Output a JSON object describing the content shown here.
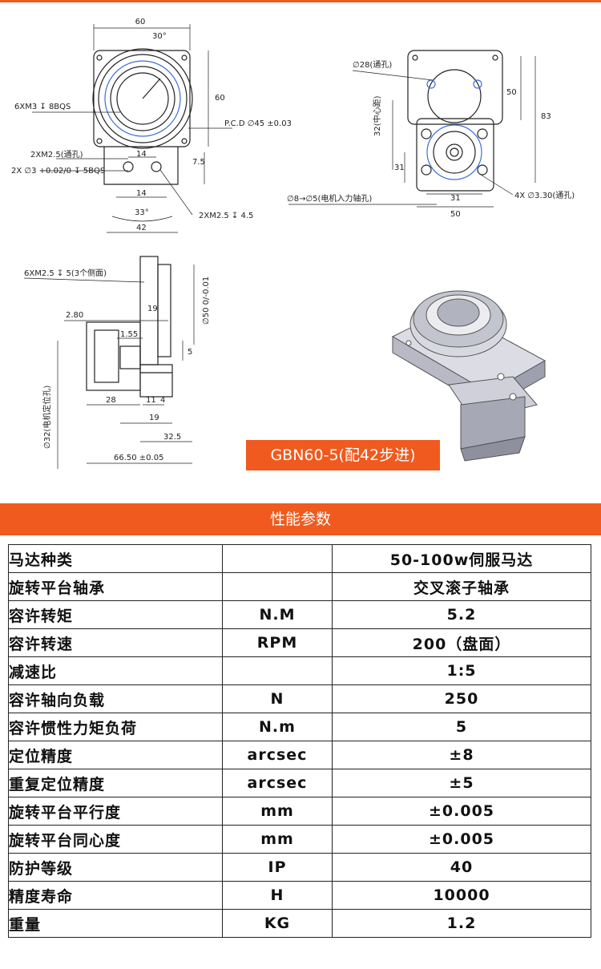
{
  "model_label": "GBN60-5(配42步进)",
  "section_title": "性能参数",
  "drawing": {
    "top_view": {
      "d_60": "60",
      "d_30deg": "30°",
      "d_60v": "60",
      "d_6xm3": "6XM3 ↧ 8BQS",
      "d_pcd": "P.C.D ∅45 ±0.03",
      "d_2xm25": "2XM2.5(通孔)",
      "d_2xphi3": "2X ∅3 +0.02/0 ↧ 5BQS",
      "d_14a": "14",
      "d_75": "7.5",
      "d_14b": "14",
      "d_33": "33°",
      "d_42": "42",
      "d_2xm25b": "2XM2.5 ↧ 4.5"
    },
    "rear_view": {
      "d_phi28": "∅28(通孔)",
      "d_50v": "50",
      "d_83": "83",
      "d_32": "32(中心距)",
      "d_31v": "31",
      "d_phi8": "∅8→∅5(电机入力轴孔)",
      "d_31": "31",
      "d_50": "50",
      "d_4x": "4X ∅3.30(通孔)"
    },
    "side_view": {
      "d_6xm25": "6XM2.5 ↧ 5(3个侧面)",
      "d_280": "2.80",
      "d_155": "1.55",
      "d_19v": "19",
      "d_phi50": "∅50 0/-0.01",
      "d_5": "5",
      "d_phi32": "∅32(电机定位孔)",
      "d_28": "28",
      "d_11": "11",
      "d_4": "4",
      "d_19": "19",
      "d_325": "32.5",
      "d_6650": "66.50 ±0.05"
    }
  },
  "specs": [
    {
      "param": "马达种类",
      "unit": "",
      "value": "50-100w伺服马达"
    },
    {
      "param": "旋转平台轴承",
      "unit": "",
      "value": "交叉滚子轴承"
    },
    {
      "param": "容许转矩",
      "unit": "N.M",
      "value": "5.2"
    },
    {
      "param": "容许转速",
      "unit": "RPM",
      "value": "200（盘面）"
    },
    {
      "param": "减速比",
      "unit": "",
      "value": "1:5"
    },
    {
      "param": "容许轴向负载",
      "unit": "N",
      "value": "250"
    },
    {
      "param": "容许惯性力矩负荷",
      "unit": "N.m",
      "value": "5"
    },
    {
      "param": "定位精度",
      "unit": "arcsec",
      "value": "±8"
    },
    {
      "param": "重复定位精度",
      "unit": "arcsec",
      "value": "±5"
    },
    {
      "param": "旋转平台平行度",
      "unit": "mm",
      "value": "±0.005"
    },
    {
      "param": "旋转平台同心度",
      "unit": "mm",
      "value": "±0.005"
    },
    {
      "param": "防护等级",
      "unit": "IP",
      "value": "40"
    },
    {
      "param": "精度寿命",
      "unit": "H",
      "value": "10000"
    },
    {
      "param": "重量",
      "unit": "KG",
      "value": "1.2"
    }
  ]
}
